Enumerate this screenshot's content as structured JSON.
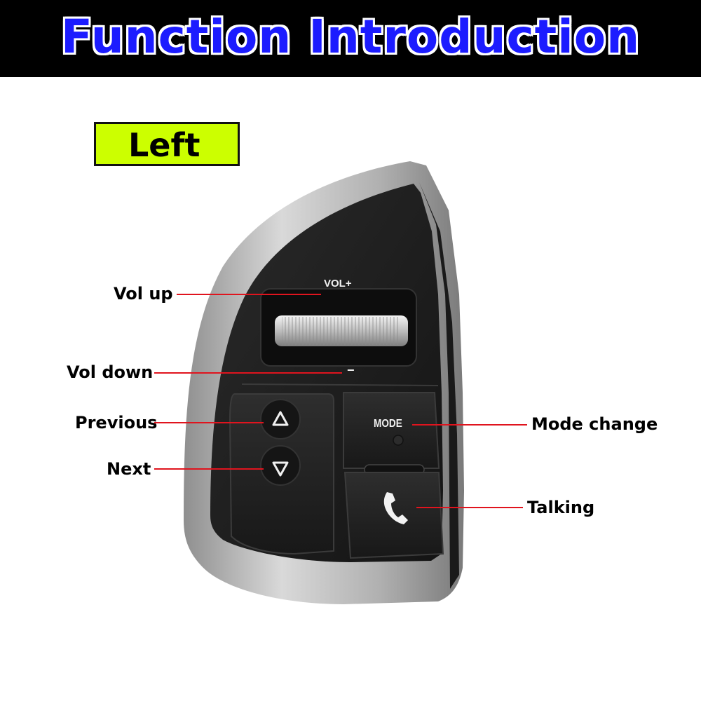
{
  "header": {
    "title": "Function Introduction"
  },
  "side_badge": {
    "label": "Left"
  },
  "device": {
    "vol_plus_label": "VOL+",
    "vol_minus_label": "−",
    "mode_label": "MODE"
  },
  "callouts": [
    {
      "id": "vol-up",
      "label": "Vol up"
    },
    {
      "id": "vol-down",
      "label": "Vol down"
    },
    {
      "id": "previous",
      "label": "Previous"
    },
    {
      "id": "next",
      "label": "Next"
    },
    {
      "id": "mode-change",
      "label": "Mode change"
    },
    {
      "id": "talking",
      "label": "Talking"
    }
  ],
  "colors": {
    "header_bg": "#000000",
    "title_text": "#1c1cff",
    "badge_bg": "#ccff00",
    "leader_line": "#e0141e"
  }
}
